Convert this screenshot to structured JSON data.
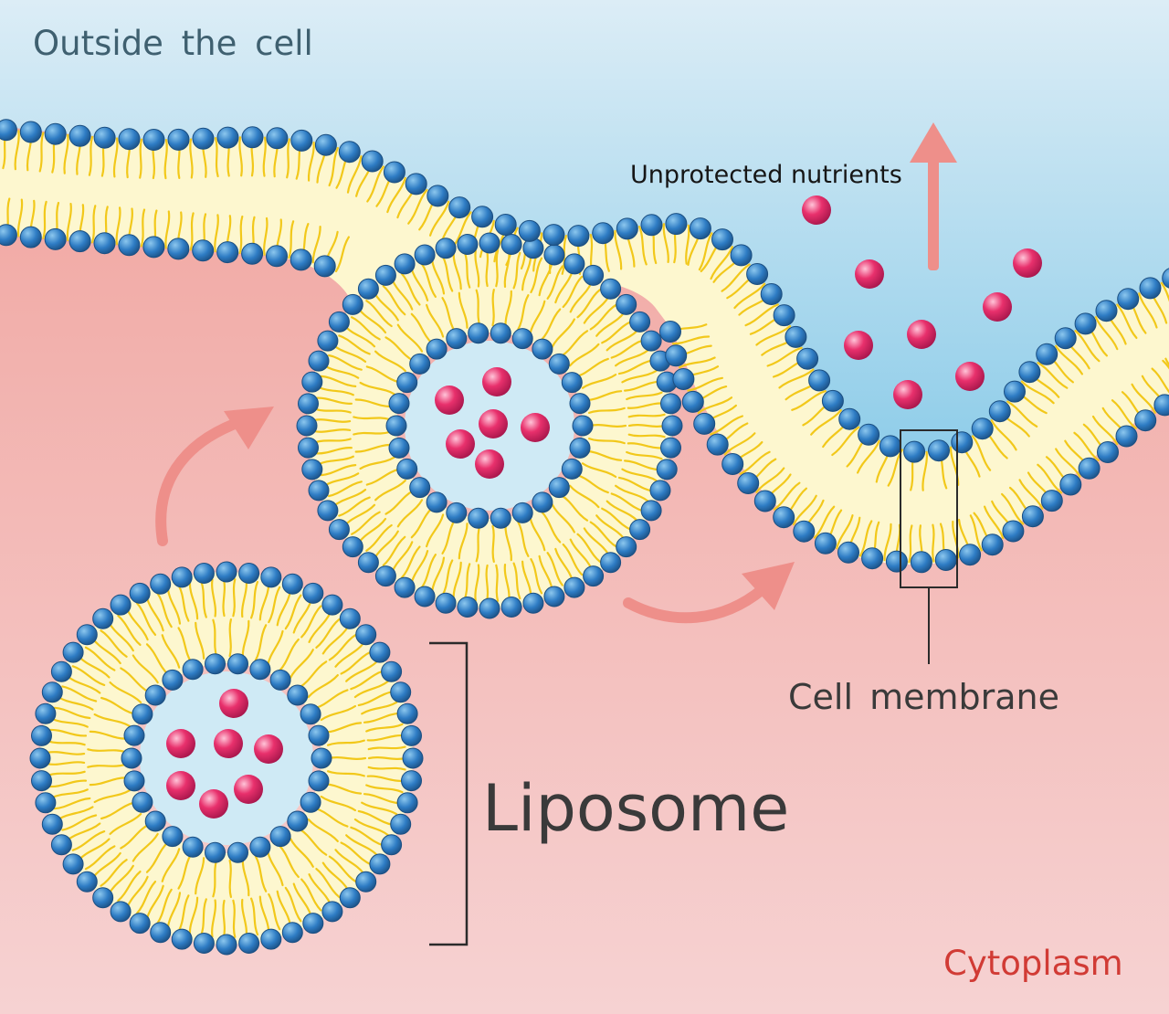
{
  "labels": {
    "outside": "Outside  the  cell",
    "unprotected_nutrients": "Unprotected nutrients",
    "cell_membrane": "Cell  membrane",
    "liposome": "Liposome",
    "cytoplasm": "Cytoplasm"
  },
  "colors": {
    "outside_top": "#dcedf6",
    "outside_bottom": "#8fcde9",
    "cytoplasm_top": "#f0a09a",
    "cytoplasm_bottom": "#f6d2d2",
    "lipid_core": "#fdf7cf",
    "lipid_tail": "#f2c81a",
    "head_fill": "#2e7cc4",
    "head_edge": "#1b4f82",
    "nutrient": "#e8306c",
    "arrow": "#ee8f8a",
    "liposome_interior": "#cfeaf5",
    "bracket": "#2b2b2b"
  },
  "icons": [
    "phospholipid-head-icon",
    "nutrient-particle-icon",
    "curved-arrow-icon",
    "up-arrow-icon"
  ]
}
